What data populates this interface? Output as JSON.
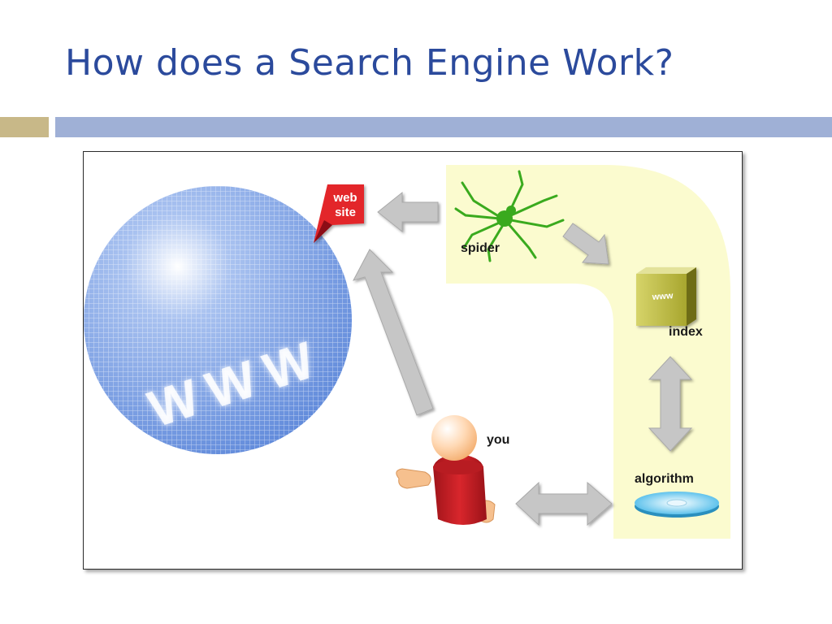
{
  "slide": {
    "title": "How does a Search Engine Work?"
  },
  "colors": {
    "title": "#2b4a9c",
    "accent_left": "#c8b888",
    "accent_right": "#9fb0d6",
    "yellow_band": "#fbfbcf",
    "globe": "#5b86d9",
    "arrow": "#c6c6c6",
    "website_badge": "#e3262b",
    "spider": "#3aaa1e",
    "book": "#a8a62e",
    "person_body": "#d8262c",
    "disc": "#5fc2ec"
  },
  "diagram": {
    "globe_text": "WWW",
    "website_badge": "web\nsite",
    "book_text": "www",
    "labels": {
      "spider": "spider",
      "index": "index",
      "you": "you",
      "algorithm": "algorithm"
    }
  }
}
